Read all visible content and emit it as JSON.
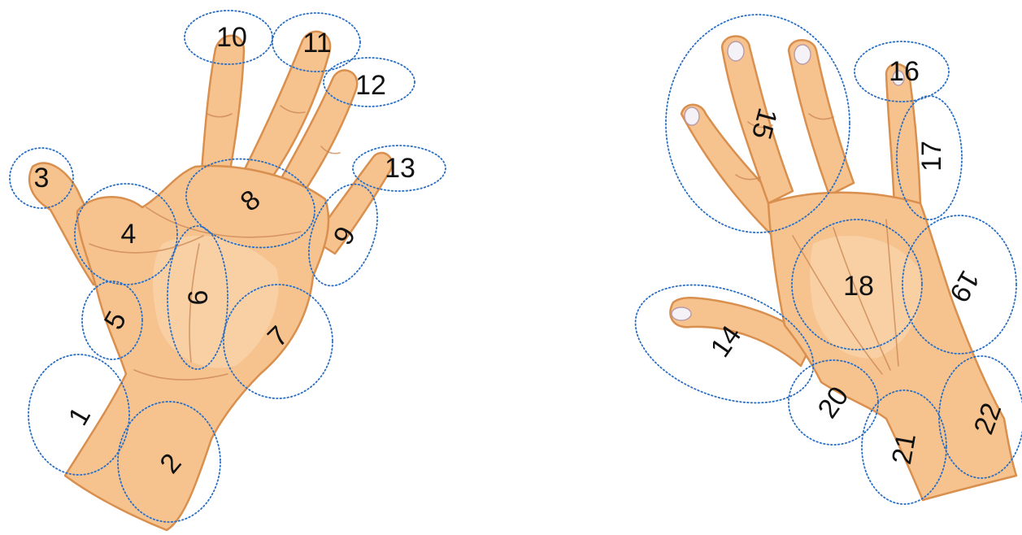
{
  "diagram": {
    "palm_zones": [
      {
        "id": "zone-1",
        "label": "1"
      },
      {
        "id": "zone-2",
        "label": "2"
      },
      {
        "id": "zone-3",
        "label": "3"
      },
      {
        "id": "zone-4",
        "label": "4"
      },
      {
        "id": "zone-5",
        "label": "5"
      },
      {
        "id": "zone-6",
        "label": "6"
      },
      {
        "id": "zone-7",
        "label": "7"
      },
      {
        "id": "zone-8",
        "label": "8"
      },
      {
        "id": "zone-9",
        "label": "9"
      },
      {
        "id": "zone-10",
        "label": "10"
      },
      {
        "id": "zone-11",
        "label": "11"
      },
      {
        "id": "zone-12",
        "label": "12"
      },
      {
        "id": "zone-13",
        "label": "13"
      }
    ],
    "back_zones": [
      {
        "id": "zone-14",
        "label": "14"
      },
      {
        "id": "zone-15",
        "label": "15"
      },
      {
        "id": "zone-16",
        "label": "16"
      },
      {
        "id": "zone-17",
        "label": "17"
      },
      {
        "id": "zone-18",
        "label": "18"
      },
      {
        "id": "zone-19",
        "label": "19"
      },
      {
        "id": "zone-20",
        "label": "20"
      },
      {
        "id": "zone-21",
        "label": "21"
      },
      {
        "id": "zone-22",
        "label": "22"
      }
    ],
    "colors": {
      "skin": "#f6c38f",
      "skin_outline": "#d98f4e",
      "zone_outline": "#2a6fc4",
      "label": "#111111"
    }
  }
}
